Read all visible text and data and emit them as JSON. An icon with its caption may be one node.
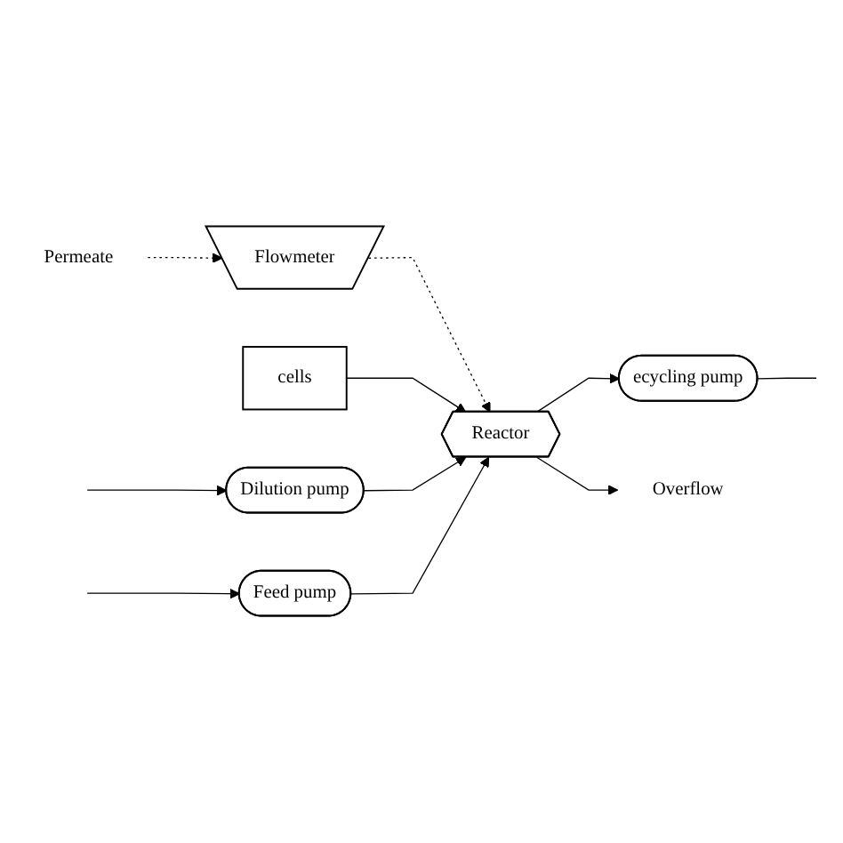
{
  "diagram": {
    "nodes": [
      {
        "text": [
          "Permeate"
        ]
      },
      {
        "text": [
          "Flowmeter"
        ]
      },
      {
        "text": [
          "cells"
        ]
      },
      {
        "text": [
          "Reactor"
        ]
      },
      {
        "text": [
          "Dilution pump"
        ]
      },
      {
        "text": [
          "Feed pump"
        ]
      },
      {
        "text": [
          "ecycling pump"
        ]
      },
      {
        "text": [
          "Overflow"
        ]
      }
    ],
    "edges": [
      {
        "from": 0,
        "to": 1,
        "arrow": "to",
        "style": "dashed"
      },
      {
        "from": 1,
        "to": 3,
        "arrow": "to",
        "style": "dashed"
      },
      {
        "from": 2,
        "to": 3,
        "arrow": "to"
      },
      {
        "from": 4,
        "to": 3,
        "arrow": "to"
      },
      {
        "from": 5,
        "to": 3,
        "arrow": "to"
      },
      {
        "from": 3,
        "to": 6,
        "arrow": "to"
      },
      {
        "from": 3,
        "to": 7,
        "arrow": "to"
      },
      {
        "from": null,
        "to": 4,
        "arrow": "to"
      },
      {
        "from": null,
        "to": 5,
        "arrow": "to"
      },
      {
        "from": 6,
        "to": null,
        "arrow": "none"
      }
    ]
  }
}
